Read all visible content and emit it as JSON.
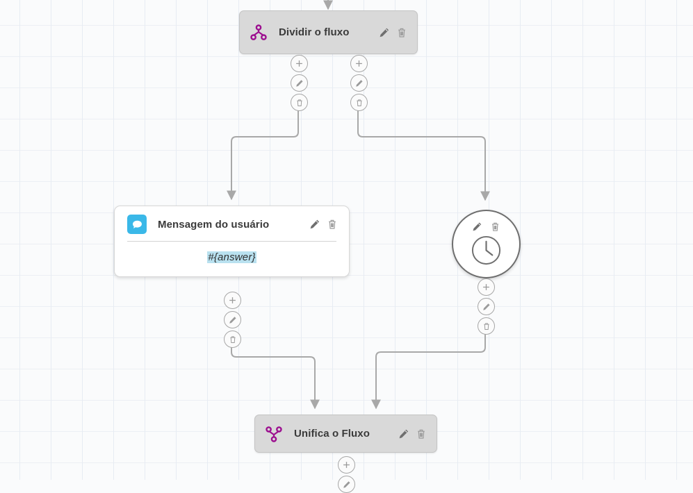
{
  "canvas": {
    "background_color": "#fafbfc",
    "grid_line_color": "#e7ecf3",
    "grid_size": 45
  },
  "palette": {
    "accent_purple": "#9c0f8f",
    "accent_blue": "#3ab8e8",
    "node_bar_fill": "#d9d9d9",
    "node_card_fill": "#ffffff",
    "edge_color": "#a8a8a8",
    "token_highlight": "#b9e1ef",
    "icon_gray": "#6f6f6f"
  },
  "nodes": [
    {
      "id": "split",
      "type": "split-flow",
      "title": "Dividir o fluxo",
      "icon": "split-flow-icon",
      "style": "bar",
      "edit_label": "Editar",
      "delete_label": "Excluir"
    },
    {
      "id": "user-message",
      "type": "user-message",
      "title": "Mensagem do usuário",
      "icon": "speech-bubble-icon",
      "style": "card",
      "body_token": "#{answer}",
      "edit_label": "Editar",
      "delete_label": "Excluir"
    },
    {
      "id": "delay",
      "type": "delay",
      "title": "",
      "icon": "clock-icon",
      "style": "circle",
      "edit_label": "Editar",
      "delete_label": "Excluir"
    },
    {
      "id": "merge",
      "type": "merge-flow",
      "title": "Unifica o Fluxo",
      "icon": "merge-flow-icon",
      "style": "bar",
      "edit_label": "Editar",
      "delete_label": "Excluir"
    }
  ],
  "connector_buttons": {
    "add_label": "Adicionar",
    "edit_label": "Editar",
    "delete_label": "Excluir",
    "stacks": [
      {
        "id": "split-out-left",
        "owner": "split"
      },
      {
        "id": "split-out-right",
        "owner": "split"
      },
      {
        "id": "message-out",
        "owner": "user-message"
      },
      {
        "id": "delay-out",
        "owner": "delay"
      },
      {
        "id": "merge-out",
        "owner": "merge"
      }
    ]
  },
  "edges": [
    {
      "from": "top-entry",
      "to": "split"
    },
    {
      "from": "split-out-left",
      "to": "user-message"
    },
    {
      "from": "split-out-right",
      "to": "delay"
    },
    {
      "from": "message-out",
      "to": "merge"
    },
    {
      "from": "delay-out",
      "to": "merge"
    }
  ]
}
